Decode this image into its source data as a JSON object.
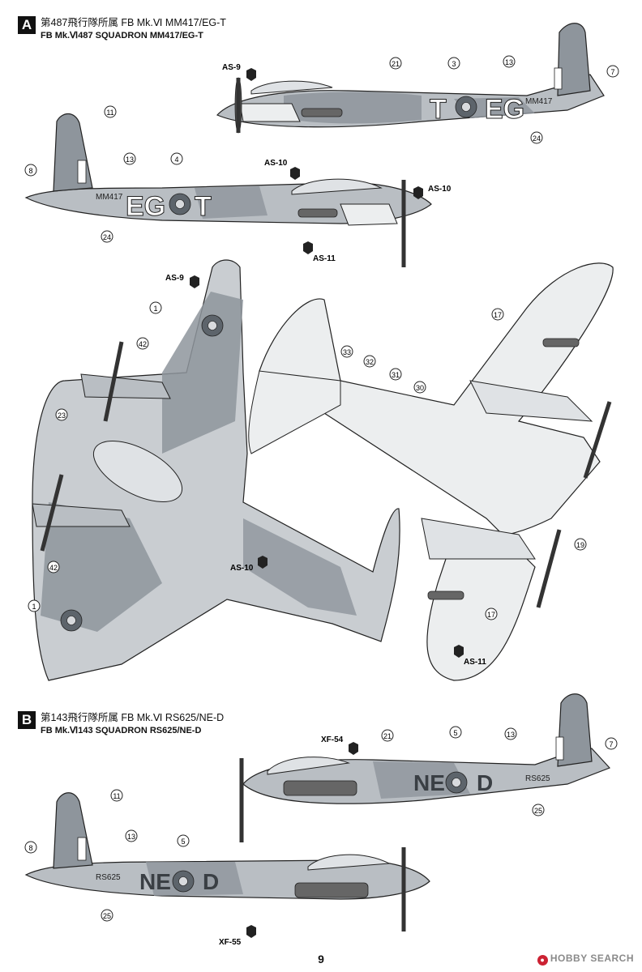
{
  "section_a": {
    "letter": "A",
    "title_jp": "第487飛行隊所属 FB Mk.Ⅵ MM417/EG-T",
    "title_en": "FB Mk.Ⅵ487 SQUADRON MM417/EG-T",
    "codes_right": [
      "T",
      "EG"
    ],
    "codes_left": [
      "EG",
      "T"
    ],
    "serial": "MM417",
    "callouts": [
      "21",
      "3",
      "13",
      "7",
      "24",
      "11",
      "13",
      "8",
      "4",
      "24",
      "1",
      "42",
      "23",
      "42",
      "1",
      "17",
      "33",
      "32",
      "31",
      "30",
      "19",
      "17"
    ],
    "parts": [
      "AS-9",
      "AS-10",
      "AS-10",
      "AS-11",
      "AS-9",
      "AS-10",
      "AS-11"
    ]
  },
  "section_b": {
    "letter": "B",
    "title_jp": "第143飛行隊所属 FB Mk.Ⅵ RS625/NE-D",
    "title_en": "FB Mk.Ⅵ143 SQUADRON RS625/NE-D",
    "codes_right": [
      "NE",
      "D"
    ],
    "codes_left": [
      "NE",
      "D"
    ],
    "serial": "RS625",
    "callouts": [
      "21",
      "5",
      "13",
      "7",
      "25",
      "11",
      "13",
      "8",
      "5",
      "25"
    ],
    "parts": [
      "XF-54",
      "XF-55"
    ]
  },
  "page_number": "9",
  "watermark": "HOBBY SEARCH",
  "colors": {
    "camo_dark": "#8e959c",
    "camo_light": "#c9cdd1",
    "underside": "#eceeef",
    "line": "#222222"
  }
}
